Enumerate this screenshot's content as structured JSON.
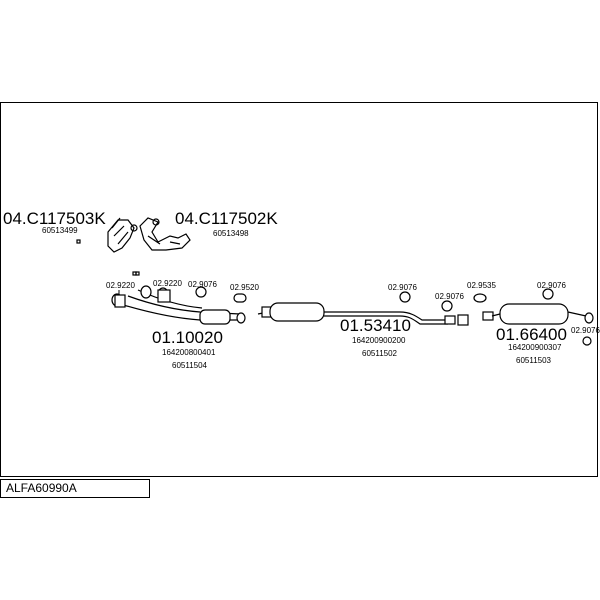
{
  "kit_code": "ALFA60990A",
  "parts": [
    {
      "code": "04.C117503K",
      "refs": [
        "60513499"
      ]
    },
    {
      "code": "04.C117502K",
      "refs": [
        "60513498"
      ]
    },
    {
      "code": "01.10020",
      "refs": [
        "164200800401",
        "60511504"
      ]
    },
    {
      "code": "01.53410",
      "refs": [
        "164200900200",
        "60511502"
      ]
    },
    {
      "code": "01.66400",
      "refs": [
        "164200900307",
        "60511503"
      ]
    }
  ],
  "accessories": [
    "02.9220",
    "02.9220",
    "02.9076",
    "02.9520",
    "02.9076",
    "02.9076",
    "02.9535",
    "02.9076",
    "02.9076"
  ]
}
